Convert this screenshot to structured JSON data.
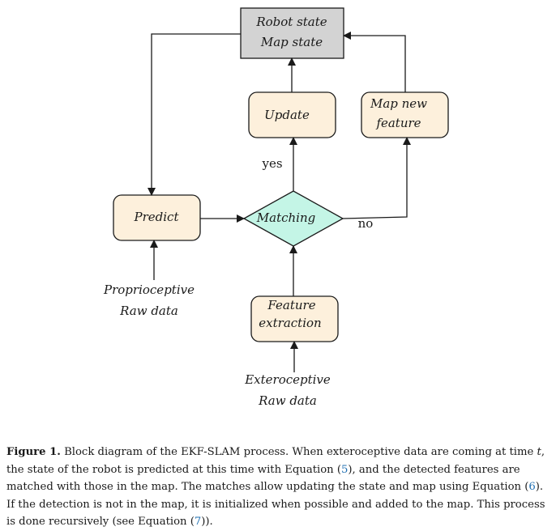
{
  "nodes": {
    "state": {
      "line1": "Robot state",
      "line2": "Map state"
    },
    "update": {
      "label": "Update"
    },
    "map_new": {
      "line1": "Map new",
      "line2": "feature"
    },
    "predict": {
      "label": "Predict"
    },
    "matching": {
      "label": "Matching"
    },
    "feature_extraction": {
      "line1": "Feature",
      "line2": "extraction"
    }
  },
  "edge_labels": {
    "yes": "yes",
    "no": "no"
  },
  "inputs": {
    "proprioceptive": {
      "line1": "Proprioceptive",
      "line2": "Raw data"
    },
    "exteroceptive": {
      "line1": "Exteroceptive",
      "line2": "Raw data"
    }
  },
  "caption": {
    "label": "Figure 1.",
    "text1": " Block diagram of the EKF-SLAM process. When exteroceptive data are coming at time ",
    "var_t": "t",
    "text2": ", the state of the robot is predicted at this time with Equation (",
    "eq1": "5",
    "text3": "), and the detected features are matched with those in the map. The matches allow updating the state and map using Equation (",
    "eq2": "6",
    "text4": "). If the detection is not in the map, it is initialized when possible and added to the map. This process is done recursively (see Equation (",
    "eq3": "7",
    "text5": "))."
  },
  "colors": {
    "state_fill": "#d3d3d3",
    "box_fill": "#fdf0dc",
    "diamond_fill": "#c4f5e6",
    "stroke": "#1a1a1a",
    "link": "#1f6fb2"
  }
}
